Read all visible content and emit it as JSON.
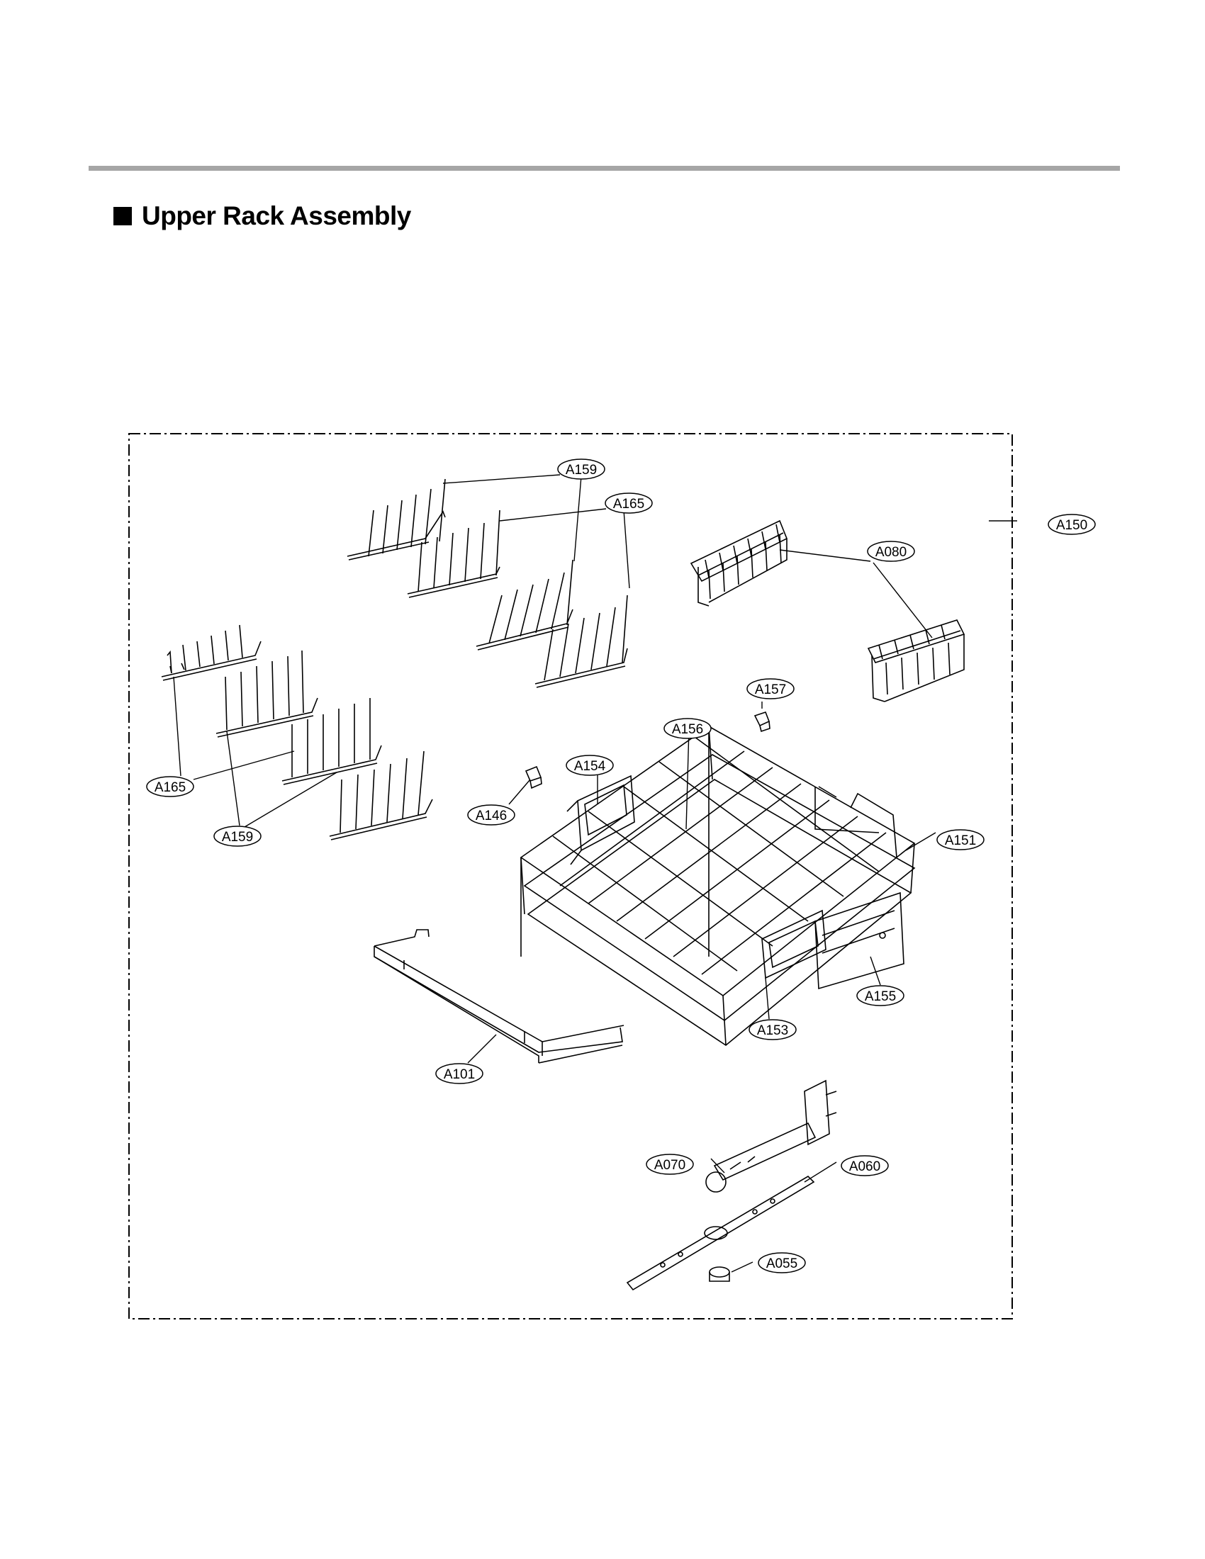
{
  "section": {
    "title": "Upper Rack Assembly"
  },
  "callouts": [
    {
      "id": "A159a",
      "label": "A159"
    },
    {
      "id": "A165a",
      "label": "A165"
    },
    {
      "id": "A150",
      "label": "A150"
    },
    {
      "id": "A080",
      "label": "A080"
    },
    {
      "id": "A157",
      "label": "A157"
    },
    {
      "id": "A156",
      "label": "A156"
    },
    {
      "id": "A154",
      "label": "A154"
    },
    {
      "id": "A146",
      "label": "A146"
    },
    {
      "id": "A165b",
      "label": "A165"
    },
    {
      "id": "A159b",
      "label": "A159"
    },
    {
      "id": "A151",
      "label": "A151"
    },
    {
      "id": "A155",
      "label": "A155"
    },
    {
      "id": "A153",
      "label": "A153"
    },
    {
      "id": "A101",
      "label": "A101"
    },
    {
      "id": "A070",
      "label": "A070"
    },
    {
      "id": "A060",
      "label": "A060"
    },
    {
      "id": "A055",
      "label": "A055"
    }
  ]
}
